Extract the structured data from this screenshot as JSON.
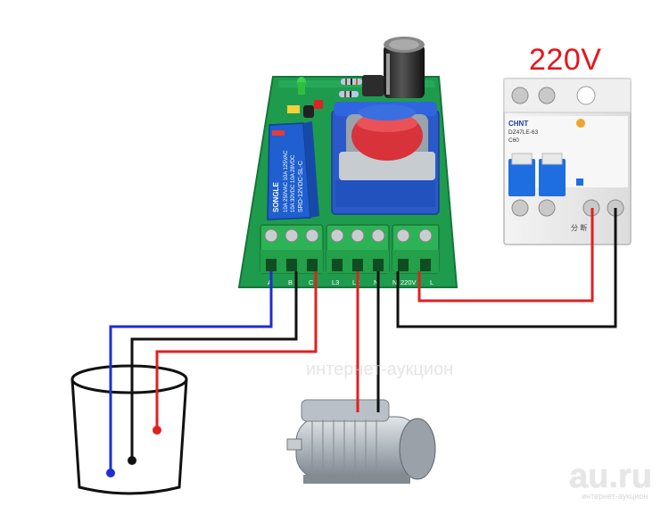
{
  "supply": {
    "voltage_label": "220V"
  },
  "breaker": {
    "brand": "CHNT",
    "model": "DZ47LE-63",
    "rating": "C60",
    "leakage_label": "分 断"
  },
  "relay": {
    "line1": "SONGLE",
    "line2": "SRD-12VDC-SL-C",
    "line3": "10A 250VAC 10A 125VAC",
    "line4": "10A 30VDC 10A 28VDC"
  },
  "board": {
    "terminal_labels": [
      "A",
      "B",
      "C",
      "L3",
      "L2",
      "N",
      "N",
      "220V",
      "L"
    ]
  },
  "wires": {
    "blue": "#1e2fd0",
    "black": "#111111",
    "red": "#e02020"
  },
  "watermark": {
    "site": "au.ru",
    "sub": "интернет-аукцион",
    "center": "интернет-аукцион"
  }
}
